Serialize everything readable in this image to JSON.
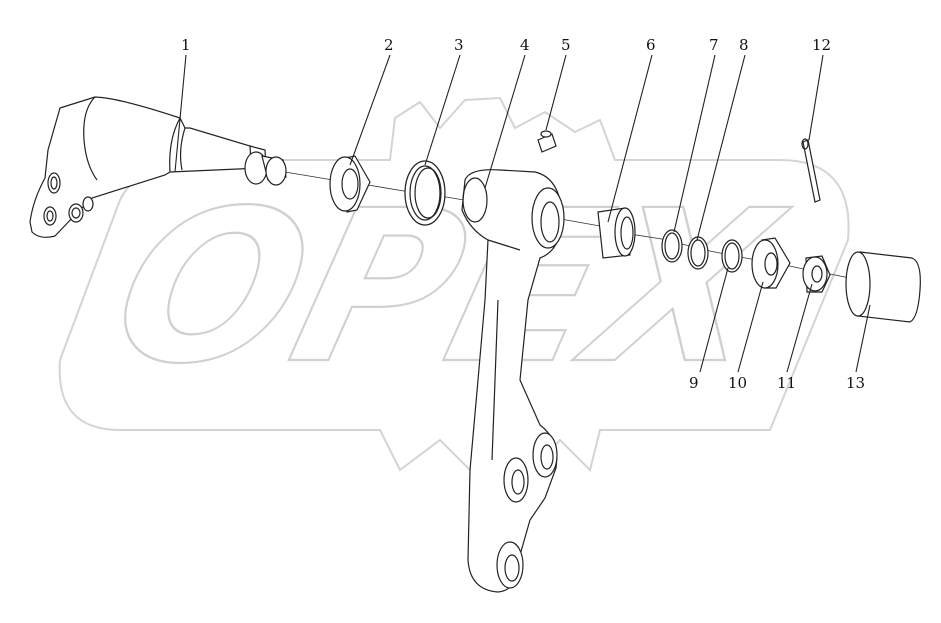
{
  "watermark": {
    "text": "OPEX"
  },
  "callouts": [
    {
      "id": "1",
      "label": "1"
    },
    {
      "id": "2",
      "label": "2"
    },
    {
      "id": "3",
      "label": "3"
    },
    {
      "id": "4",
      "label": "4"
    },
    {
      "id": "5",
      "label": "5"
    },
    {
      "id": "6",
      "label": "6"
    },
    {
      "id": "7",
      "label": "7"
    },
    {
      "id": "8",
      "label": "8"
    },
    {
      "id": "9",
      "label": "9"
    },
    {
      "id": "10",
      "label": "10"
    },
    {
      "id": "11",
      "label": "11"
    },
    {
      "id": "12",
      "label": "12"
    },
    {
      "id": "13",
      "label": "13"
    }
  ],
  "colors": {
    "line": "#222222",
    "watermark": "#d0d0d0",
    "background": "#ffffff"
  }
}
